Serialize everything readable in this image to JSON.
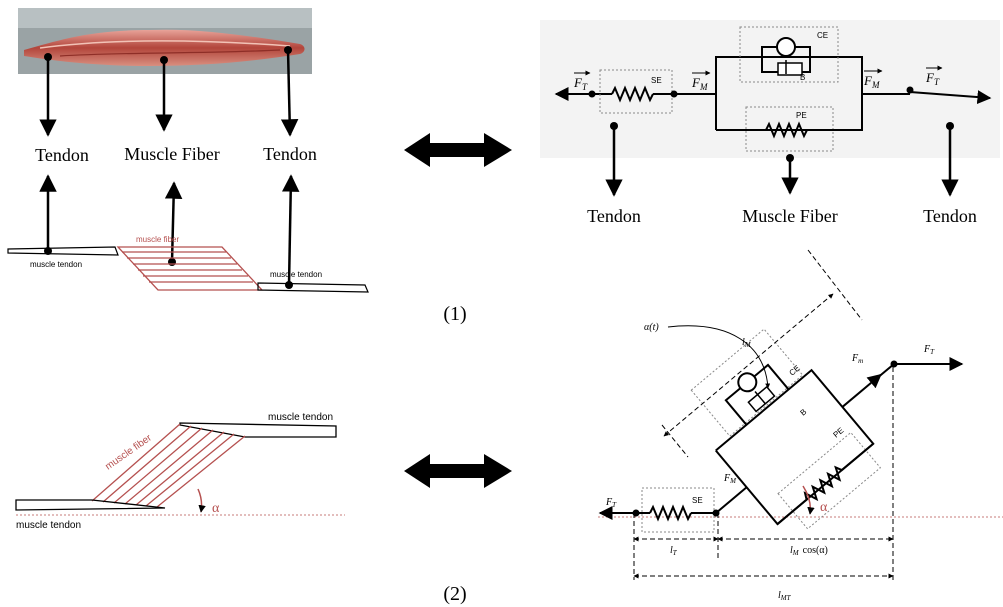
{
  "labels": {
    "tendon": "Tendon",
    "muscle_fiber": "Muscle Fiber",
    "tendon_right": "Tendon",
    "schematic_tendon_left": "Tendon",
    "schematic_fiber": "Muscle Fiber",
    "schematic_tendon_right": "Tendon",
    "panel1": "(1)",
    "panel2": "(2)",
    "alpha": "α",
    "alpha_t": "α(t)",
    "cos_alpha": "cos(α)"
  },
  "sketch1": {
    "tendon_left": "muscle tendon",
    "fiber": "muscle fiber",
    "tendon_right": "muscle tendon"
  },
  "sketch2": {
    "tendon_top": "muscle tendon",
    "fiber": "muscle fiber",
    "tendon_bottom": "muscle tendon"
  },
  "model1": {
    "ce": "CE",
    "b": "B",
    "se": "SE",
    "pe": "PE",
    "ft_left": "F",
    "ft_left_sub": "T",
    "fm_left": "F",
    "fm_left_sub": "M",
    "fm_right": "F",
    "fm_right_sub": "M",
    "ft_right": "F",
    "ft_right_sub": "T"
  },
  "model2": {
    "ce": "CE",
    "b": "B",
    "se": "SE",
    "pe": "PE",
    "ft_top": "F",
    "ft_top_sub": "T",
    "fm_top": "F",
    "fm_top_sub": "m",
    "fm_bottom": "F",
    "fm_bottom_sub": "M",
    "ft_bottom": "F",
    "ft_bottom_sub": "T",
    "lm": "l",
    "lm_sub": "M",
    "lt": "l",
    "lt_sub": "T",
    "lmcos": "l",
    "lmcos_sub": "M",
    "lmt": "l",
    "lmt_sub": "MT"
  },
  "colors": {
    "muscle_red": "#b5504f",
    "ink": "#000000",
    "panel_bg": "#f3f3f3",
    "dotted": "#888888"
  }
}
